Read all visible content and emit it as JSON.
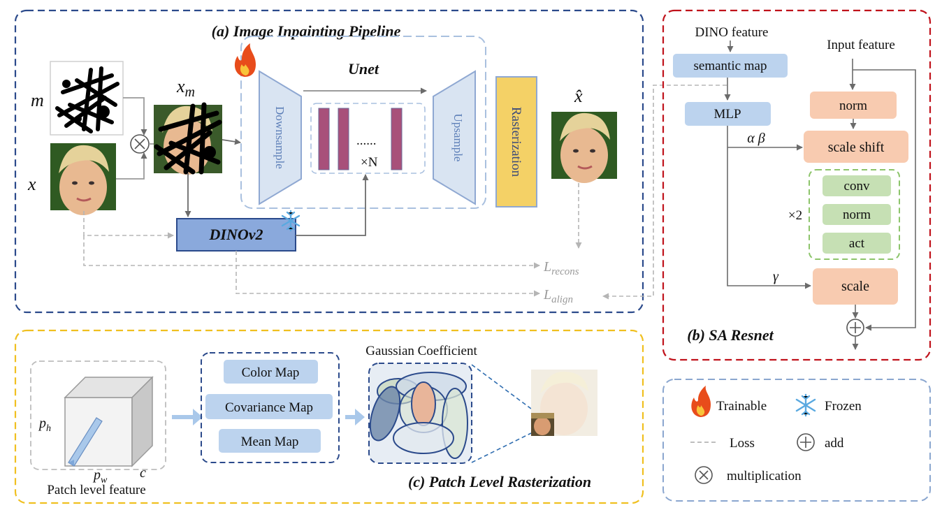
{
  "panel_a": {
    "title": "(a) Image Inpainting Pipeline",
    "mask_label": "m",
    "input_label": "x",
    "masked_label": "x",
    "masked_sub": "m",
    "output_label": "x̂",
    "unet_title": "Unet",
    "downsample": "Downsample",
    "upsample": "Upsample",
    "ellipsis": "......",
    "repeat": "×N",
    "rasterization": "Rasterization",
    "dino": "DINOv2",
    "loss_recons": "L",
    "loss_recons_sub": "recons",
    "loss_align": "L",
    "loss_align_sub": "align"
  },
  "panel_b": {
    "title": "(b) SA Resnet",
    "dino_feature": "DINO feature",
    "input_feature": "Input feature",
    "semantic_map": "semantic map",
    "mlp": "MLP",
    "norm": "norm",
    "alpha_beta": "α β",
    "scale_shift": "scale shift",
    "conv": "conv",
    "norm2": "norm",
    "act": "act",
    "times2": "×2",
    "gamma": "γ",
    "scale": "scale"
  },
  "panel_c": {
    "title": "(c) Patch Level Rasterization",
    "patch_feature": "Patch level feature",
    "ph": "p",
    "ph_sub": "h",
    "pw": "p",
    "pw_sub": "w",
    "c": "c",
    "color_map": "Color Map",
    "covariance_map": "Covariance Map",
    "mean_map": "Mean Map",
    "gaussian": "Gaussian Coefficient"
  },
  "legend": {
    "trainable": "Trainable",
    "frozen": "Frozen",
    "loss": "Loss",
    "add": "add",
    "multiplication": "multiplication"
  },
  "colors": {
    "panel_a_border": "#2b4a8b",
    "panel_b_border": "#c0121b",
    "panel_c_border": "#f0c020",
    "legend_border": "#8aa6cf",
    "blue_block": "#bcd3ee",
    "orange_block": "#f8cbb0",
    "green_block": "#c6e0b4",
    "dino_block": "#8aa9dc",
    "raster_block": "#f4d166",
    "feature_bar": "#a8507a"
  }
}
